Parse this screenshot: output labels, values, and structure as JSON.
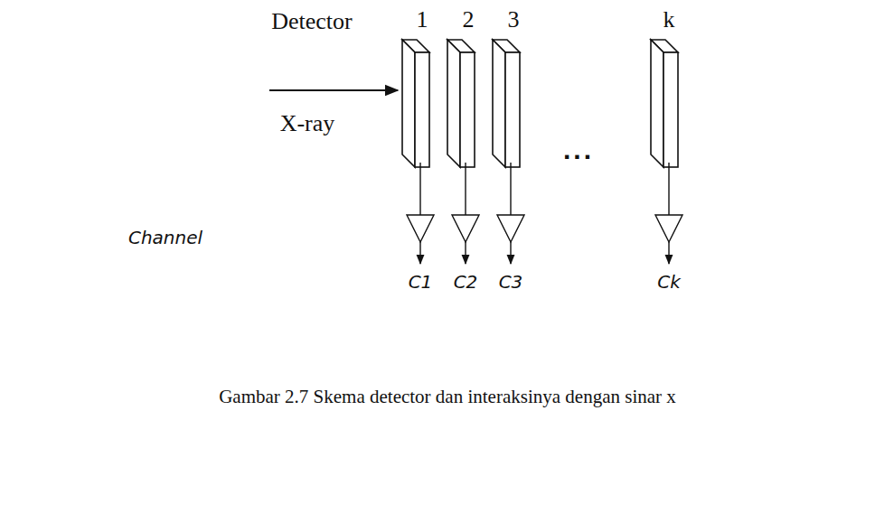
{
  "diagram": {
    "caption": "Gambar 2.7 Skema detector dan interaksinya dengan sinar x",
    "labels": [
      "Detector",
      "1",
      "2",
      "3",
      "k",
      "X-ray",
      "...",
      "Channel",
      "C1",
      "C2",
      "C3",
      "Ck"
    ]
  }
}
